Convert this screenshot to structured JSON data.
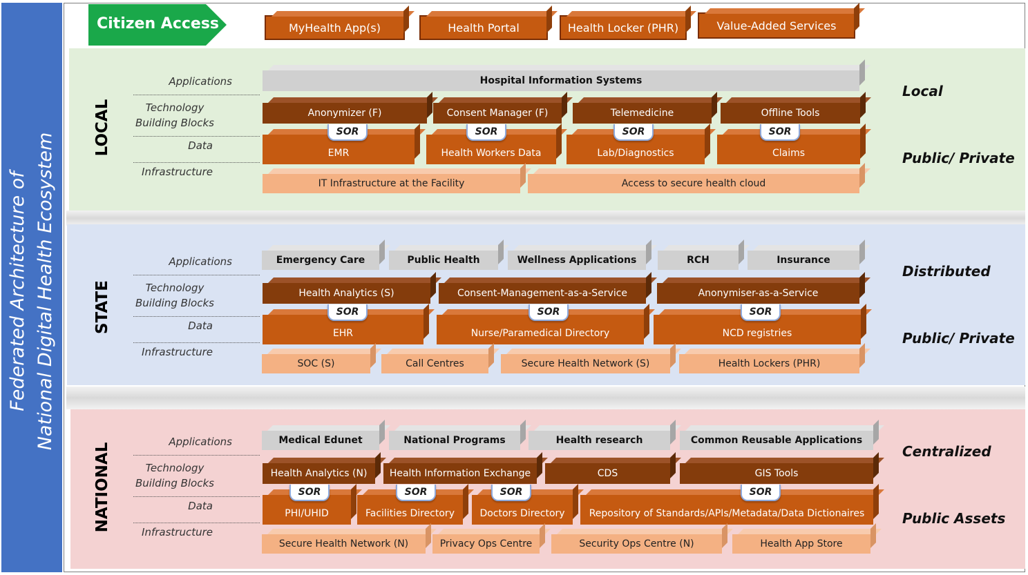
{
  "title": "Federated Architecture of\nNational Digital Health Ecosystem",
  "citizen_access": {
    "label": "Citizen Access",
    "items": [
      "MyHealth App(s)",
      "Health Portal",
      "Health Locker (PHR)",
      "Value-Added Services"
    ]
  },
  "row_labels": {
    "applications": "Applications",
    "technology": "Technology\nBuilding Blocks",
    "data": "Data",
    "infrastructure": "Infrastructure"
  },
  "sor": "SOR",
  "local": {
    "label": "LOCAL",
    "side_top": "Local",
    "side_bottom": "Public/ Private",
    "applications": [
      "Hospital Information Systems"
    ],
    "technology": [
      "Anonymizer (F)",
      "Consent Manager (F)",
      "Telemedicine",
      "Offline Tools"
    ],
    "data": [
      "EMR",
      "Health Workers Data",
      "Lab/Diagnostics",
      "Claims"
    ],
    "infrastructure": [
      "IT Infrastructure at the Facility",
      "Access to secure health cloud"
    ]
  },
  "state": {
    "label": "STATE",
    "side_top": "Distributed",
    "side_bottom": "Public/ Private",
    "applications": [
      "Emergency Care",
      "Public Health",
      "Wellness Applications",
      "RCH",
      "Insurance"
    ],
    "technology": [
      "Health Analytics (S)",
      "Consent-Management-as-a-Service",
      "Anonymiser-as-a-Service"
    ],
    "data": [
      "EHR",
      "Nurse/Paramedical Directory",
      "NCD registries"
    ],
    "infrastructure": [
      "SOC (S)",
      "Call Centres",
      "Secure Health Network (S)",
      "Health Lockers (PHR)"
    ]
  },
  "national": {
    "label": "NATIONAL",
    "side_top": "Centralized",
    "side_bottom": "Public Assets",
    "applications": [
      "Medical Edunet",
      "National Programs",
      "Health research",
      "Common Reusable Applications"
    ],
    "technology": [
      "Health Analytics (N)",
      "Health Information Exchange",
      "CDS",
      "GIS Tools"
    ],
    "data": [
      "PHI/UHID",
      "Facilities Directory",
      "Doctors Directory",
      "Repository of Standards/APIs/Metadata/Data Dictionaires"
    ],
    "infrastructure": [
      "Secure Health Network (N)",
      "Privacy Ops Centre",
      "Security Ops Centre (N)",
      "Health App Store"
    ]
  }
}
